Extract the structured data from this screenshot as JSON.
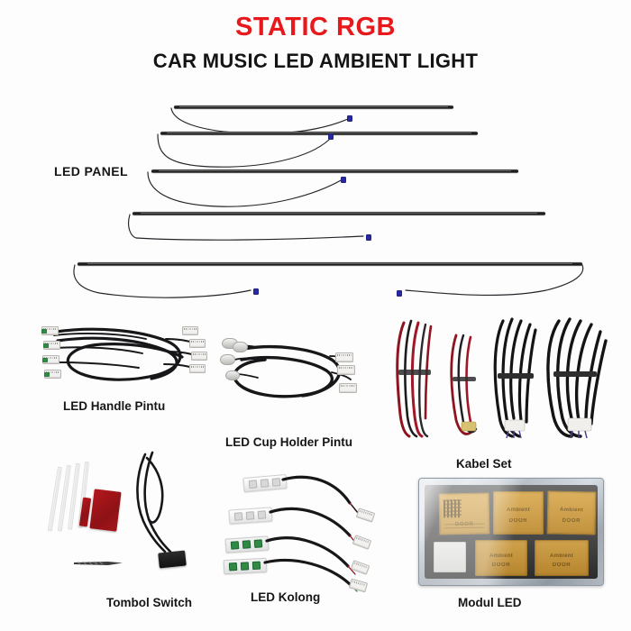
{
  "header": {
    "title_main": "STATIC RGB",
    "title_sub": "CAR MUSIC LED AMBIENT LIGHT"
  },
  "sections": [
    {
      "id": "led-panel",
      "label": "LED PANEL"
    },
    {
      "id": "led-handle-pintu",
      "label": "LED Handle Pintu"
    },
    {
      "id": "led-cup-holder",
      "label": "LED Cup Holder Pintu"
    },
    {
      "id": "kabel-set",
      "label": "Kabel Set"
    },
    {
      "id": "tombol-switch",
      "label": "Tombol Switch"
    },
    {
      "id": "led-kolong",
      "label": "LED Kolong"
    },
    {
      "id": "modul-led",
      "label": "Modul LED"
    }
  ],
  "led_panel": {
    "strip_count": 5,
    "connector_color": "#2b2ba8",
    "strip_color": "#141414"
  },
  "modul_led": {
    "module_count": 5,
    "module_label": "Ambient",
    "module_sub": "DOOR",
    "module_color": "#d9a441"
  },
  "led_kolong": {
    "module_count": 4
  },
  "tombol_switch": {
    "tie_count": 4,
    "tape_count": 2
  },
  "kabel_set": {
    "bundle_count": 4
  },
  "colors": {
    "accent_red": "#e8191c",
    "text_dark": "#141414",
    "background": "#fdfdfd",
    "connector_blue": "#2b2ba8",
    "module_tan": "#d9a441"
  }
}
